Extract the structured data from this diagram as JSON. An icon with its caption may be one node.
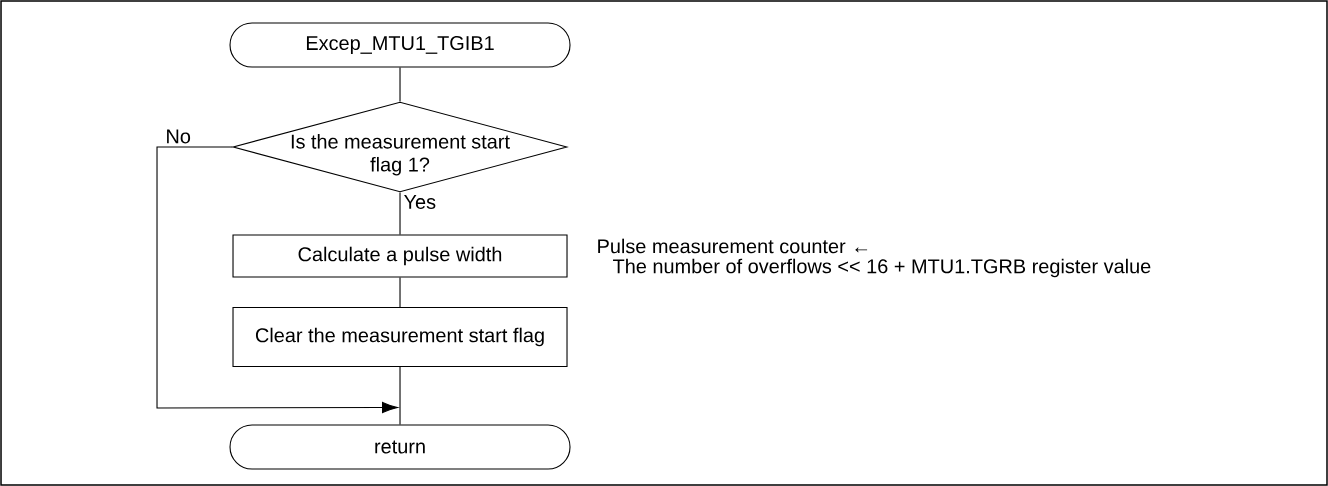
{
  "diagram": {
    "nodes": [
      {
        "text": [
          "Excep_MTU1_TGIB1"
        ]
      },
      {
        "text": [
          "Is the measurement start flag 1?"
        ]
      },
      {
        "text": [
          "Calculate a pulse width"
        ],
        "beside": [
          "Pulse measurement counter ←",
          "The number of overflows << 16 + MTU1.TGRB register value"
        ]
      },
      {
        "text": [
          "Clear the measurement start flag"
        ]
      },
      {
        "text": [
          "return"
        ]
      }
    ],
    "edges": [
      {
        "from": 0,
        "to": 1,
        "arrow": "none"
      },
      {
        "from": 1,
        "to": 2,
        "arrow": "none",
        "label": "Yes"
      },
      {
        "from": 2,
        "to": 3,
        "arrow": "none"
      },
      {
        "from": 3,
        "to": 4,
        "arrow": "none"
      },
      {
        "from": 1,
        "to": 4,
        "arrow": "to",
        "label": "No"
      }
    ]
  }
}
